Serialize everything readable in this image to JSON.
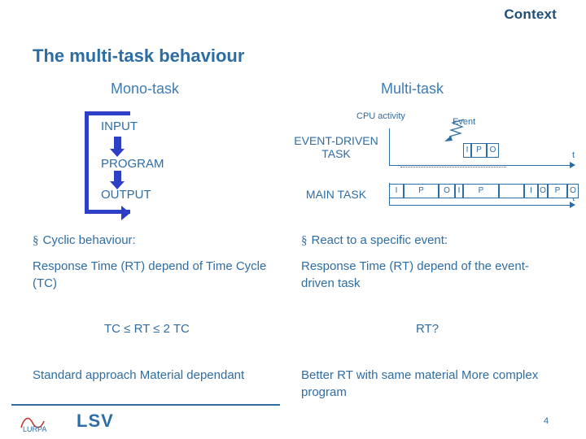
{
  "header": {
    "context_label": "Context"
  },
  "title": "The multi-task behaviour",
  "columns": {
    "mono_heading": "Mono-task",
    "multi_heading": "Multi-task"
  },
  "mono_diagram": {
    "input": "INPUT",
    "program": "PROGRAM",
    "output": "OUTPUT"
  },
  "multi_diagram": {
    "cpu_activity": "CPU activity",
    "event": "Event",
    "event_driven_task": "EVENT-DRIVEN TASK",
    "main_task": "MAIN TASK",
    "axis_label_top": "t",
    "axis_label_bottom": "t",
    "event_row_boxes": [
      "I",
      "P",
      "O"
    ],
    "main_row_boxes": [
      "I",
      "P",
      "O",
      "I",
      "P",
      "I",
      "O",
      "P",
      "O"
    ]
  },
  "left_column": {
    "bullet_mark": "§",
    "bullet_text": "Cyclic behaviour:",
    "paragraph": "Response Time (RT) depend of Time Cycle (TC)",
    "center_line": "TC ≤ RT ≤ 2 TC",
    "conclusion": "Standard approach Material dependant"
  },
  "right_column": {
    "bullet_mark": "§",
    "bullet_text": "React to a specific event:",
    "paragraph": "Response Time (RT) depend of the event-driven task",
    "center_line": "RT?",
    "conclusion": "Better RT with same material More complex program"
  },
  "footer": {
    "brand": "LSV",
    "page_number": "4"
  },
  "colors": {
    "text_blue": "#2e6da4",
    "arrow_blue": "#2d3fc4",
    "title_blue": "#1f4e79"
  }
}
